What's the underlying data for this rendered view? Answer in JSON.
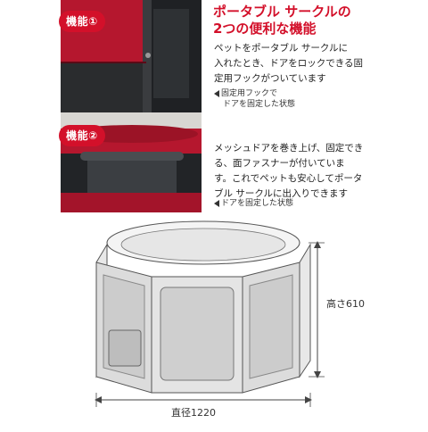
{
  "features": [
    {
      "badge": "機能①",
      "headline": [
        "ポータブル サークルの",
        "2つの便利な機能"
      ],
      "description": [
        "ペットをポータブル サークルに",
        "入れたとき、ドアをロックできる固",
        "定用フックがついています"
      ],
      "caption": [
        "固定用フックで",
        "ドアを固定した状態"
      ]
    },
    {
      "badge": "機能②",
      "description": [
        "メッシュドアを巻き上げ、固定でき",
        "る、面ファスナーが付いていま",
        "す。これでペットも安心してポータ",
        "ブル サークルに出入りできます"
      ],
      "caption": [
        "ドアを固定した状態"
      ]
    }
  ],
  "dimensions": {
    "height": "高さ610",
    "diameter": "直径1220"
  },
  "colors": {
    "accent": "#d3102a",
    "fabric_red": "#a0142a",
    "mesh_dark": "#2a2c2e"
  }
}
